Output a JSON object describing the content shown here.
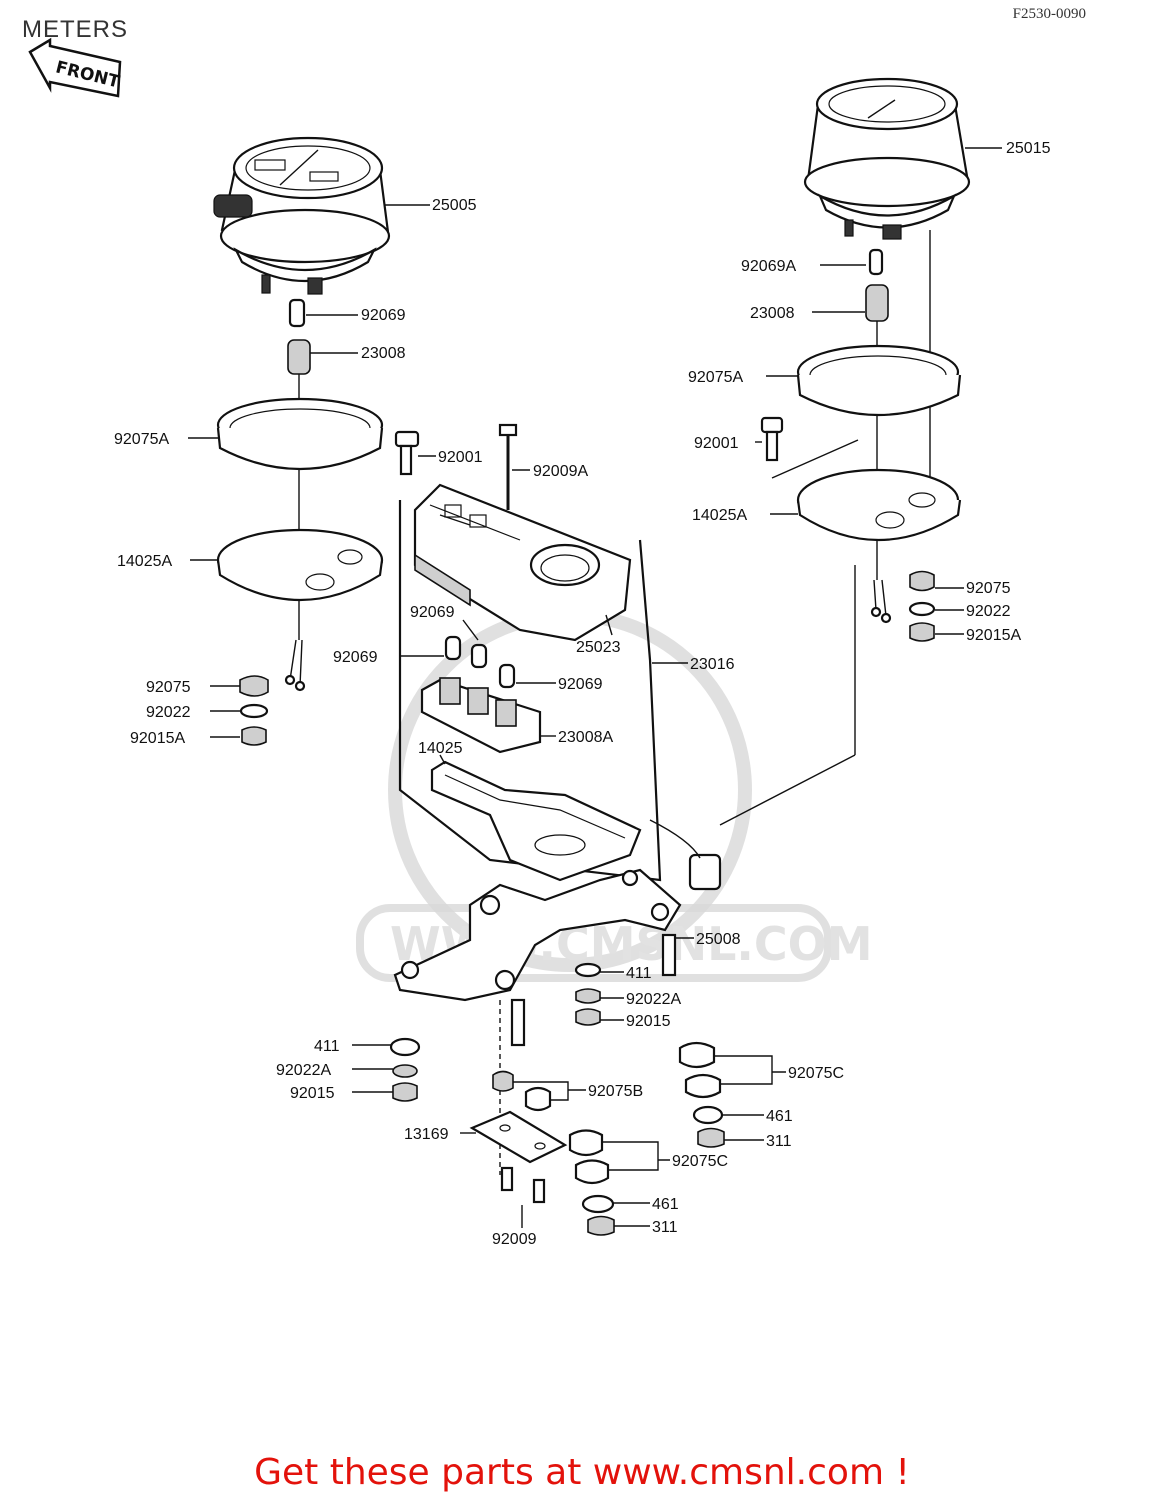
{
  "header": {
    "title": "METERS",
    "code": "F2530-0090",
    "front_badge": "FRONT"
  },
  "watermark": "WWW.CMSNL.COM",
  "labels": {
    "p25005": "25005",
    "p92069_l": "92069",
    "p23008_l": "23008",
    "p92075A_l": "92075A",
    "p92001_l": "92001",
    "p92009A": "92009A",
    "p14025A_l": "14025A",
    "p92075_l": "92075",
    "p92022_l": "92022",
    "p92015A_l": "92015A",
    "p25015": "25015",
    "p92069A": "92069A",
    "p23008_r": "23008",
    "p92075A_r": "92075A",
    "p92001_r": "92001",
    "p14025A_r": "14025A",
    "p92075_r": "92075",
    "p92022_r": "92022",
    "p92015A_r": "92015A",
    "p92069_c1": "92069",
    "p25023": "25023",
    "p92069_c2": "92069",
    "p92069_c3": "92069",
    "p23016": "23016",
    "p23008A": "23008A",
    "p14025": "14025",
    "p25008": "25008",
    "p411_c": "411",
    "p92022A_c": "92022A",
    "p92015_c": "92015",
    "p411_l": "411",
    "p92022A_l": "92022A",
    "p92015_l": "92015",
    "p92075B": "92075B",
    "p92075C_1": "92075C",
    "p461_1": "461",
    "p311_1": "311",
    "p13169": "13169",
    "p92075C_2": "92075C",
    "p461_2": "461",
    "p311_2": "311",
    "p92009": "92009"
  },
  "footer": {
    "text": "Get these parts at www.cmsnl.com !",
    "color": "#e3120b"
  }
}
